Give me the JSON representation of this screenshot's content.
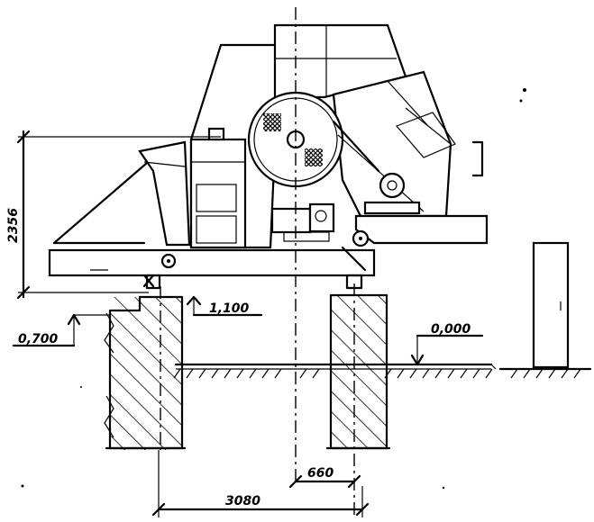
{
  "dimensions": {
    "height_total": "2356",
    "level_1": "1,100",
    "level_2": "0,700",
    "level_zero": "0,000",
    "spacing_small": "660",
    "spacing_large": "3080"
  }
}
